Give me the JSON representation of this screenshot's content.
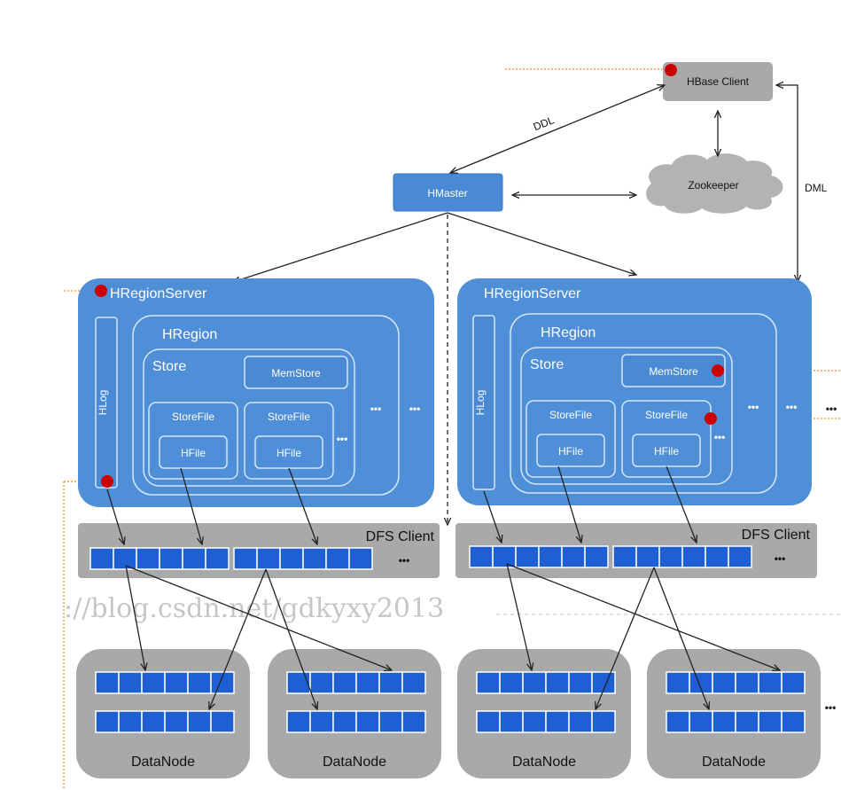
{
  "client": {
    "label": "HBase Client"
  },
  "zookeeper": {
    "label": "Zookeeper"
  },
  "master": {
    "label": "HMaster"
  },
  "edges": {
    "ddl": "DDL",
    "dml": "DML"
  },
  "servers": [
    {
      "label": "HRegionServer",
      "hlog": "HLog",
      "region": "HRegion",
      "store": "Store",
      "memstore": "MemStore",
      "storefiles": [
        "StoreFile",
        "StoreFile"
      ],
      "hfiles": [
        "HFile",
        "HFile"
      ],
      "ellipsis_store": "•••",
      "ellipsis_region": "•••",
      "ellipsis_server": "•••"
    },
    {
      "label": "HRegionServer",
      "hlog": "HLog",
      "region": "HRegion",
      "store": "Store",
      "memstore": "MemStore",
      "storefiles": [
        "StoreFile",
        "StoreFile"
      ],
      "hfiles": [
        "HFile",
        "HFile"
      ],
      "ellipsis_store": "•••",
      "ellipsis_region": "•••",
      "ellipsis_server": "•••"
    }
  ],
  "dfs_clients": [
    {
      "label": "DFS Client",
      "ellipsis": "•••"
    },
    {
      "label": "DFS Client",
      "ellipsis": "•••"
    }
  ],
  "datanodes": [
    "DataNode",
    "DataNode",
    "DataNode",
    "DataNode"
  ],
  "datanode_ellipsis": "•••",
  "watermark": "://blog.csdn.net/gdkyxy2013",
  "colors": {
    "server_blue": "#4f8fd8",
    "region_blue": "#4a8ad4",
    "block_blue": "#1f5fd6",
    "gray": "#a9a9a9",
    "cloud_gray": "#b3b3b3",
    "red_dot": "#cc0000",
    "orange_dashed": "#f0a040"
  }
}
